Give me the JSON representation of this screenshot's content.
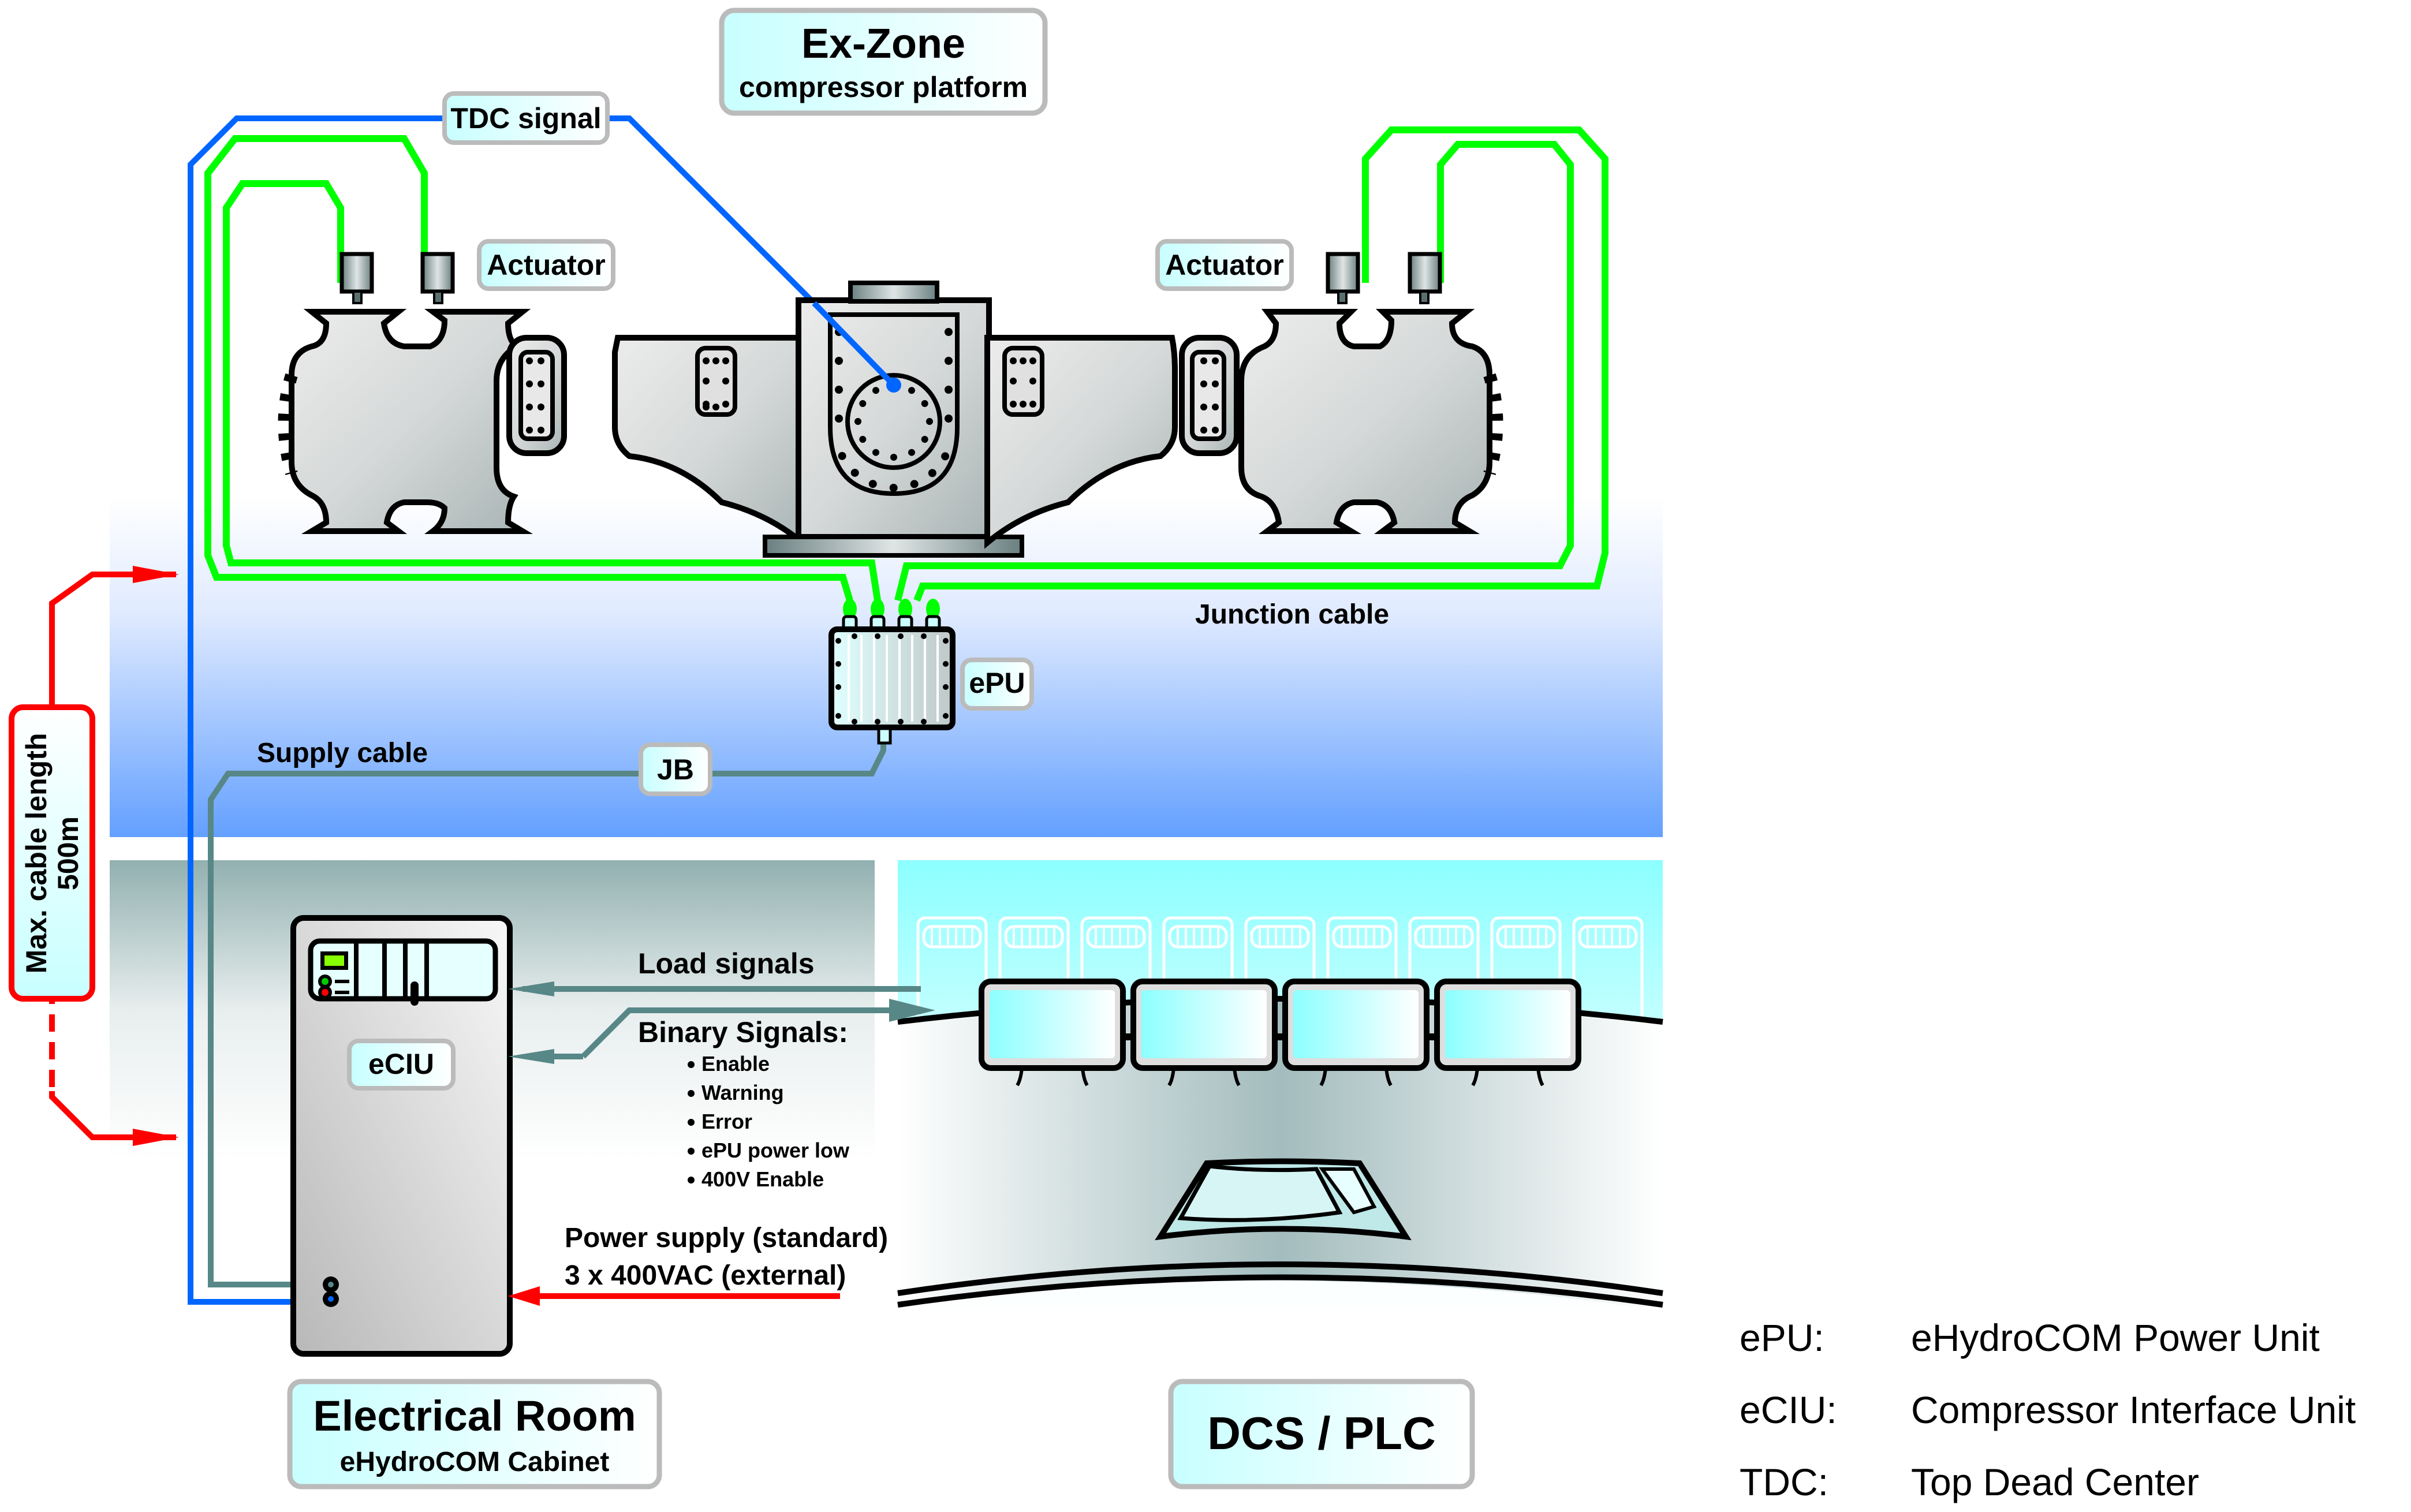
{
  "zones": {
    "ex_zone": {
      "title": "Ex-Zone",
      "subtitle": "compressor platform"
    },
    "electrical_room": {
      "title": "Electrical Room",
      "subtitle": "eHydroCOM Cabinet"
    },
    "dcs": {
      "title": "DCS / PLC"
    }
  },
  "labels": {
    "tdc_signal": "TDC signal",
    "actuator_left": "Actuator",
    "actuator_right": "Actuator",
    "junction_cable": "Junction cable",
    "epu": "ePU",
    "supply_cable": "Supply cable",
    "jb": "JB",
    "eciu": "eCIU",
    "load_signals": "Load signals",
    "binary_signals_title": "Binary Signals:",
    "binary_signals": [
      "Enable",
      "Warning",
      "Error",
      "ePU power low",
      "400V Enable"
    ],
    "power_supply_line1": "Power supply (standard)",
    "power_supply_line2": "3 x 400VAC (external)",
    "max_cable_line1": "Max. cable length",
    "max_cable_line2": "500m"
  },
  "legend": [
    {
      "abbr": "ePU:",
      "meaning": "eHydroCOM Power Unit"
    },
    {
      "abbr": "eCIU:",
      "meaning": "Compressor Interface Unit"
    },
    {
      "abbr": "TDC:",
      "meaning": "Top Dead Center"
    }
  ],
  "colors": {
    "tdc_signal": "#0066ff",
    "junction_cable": "#00ff00",
    "supply_cable": "#588787",
    "power": "#ff0000",
    "ex_zone_bg_bottom": "#63a0ff",
    "electrical_bg_top": "#92b0b0",
    "dcs_bg_top": "#8cffff",
    "label_box_fill": "#ccffff",
    "label_box_border": "#bbbbbb"
  }
}
